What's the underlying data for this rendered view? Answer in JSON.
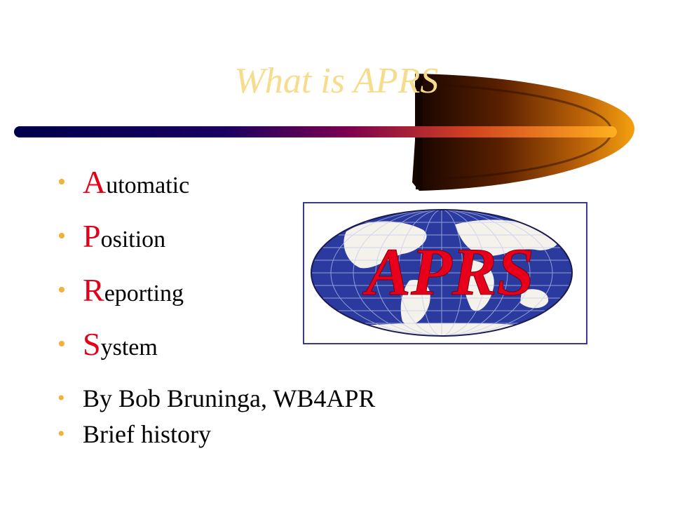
{
  "slide": {
    "title": "What is APRS",
    "bullets": [
      {
        "initial": "A",
        "rest": "utomatic"
      },
      {
        "initial": "P",
        "rest": "osition"
      },
      {
        "initial": "R",
        "rest": "eporting"
      },
      {
        "initial": "S",
        "rest": "ystem"
      }
    ],
    "sub_bullets": [
      "By Bob Bruninga, WB4APR",
      "Brief history"
    ],
    "logo": {
      "text": "APRS"
    }
  },
  "colors": {
    "title": "#f6dc8c",
    "bullet_dot": "#f0b23c",
    "initial_letter": "#e5001a",
    "logo_text": "#e8001a",
    "globe_ocean": "#2a3a9e"
  },
  "icons": {
    "bullet": "round-bullet-icon",
    "globe": "world-globe-icon",
    "swoosh": "comet-swoosh-icon"
  }
}
